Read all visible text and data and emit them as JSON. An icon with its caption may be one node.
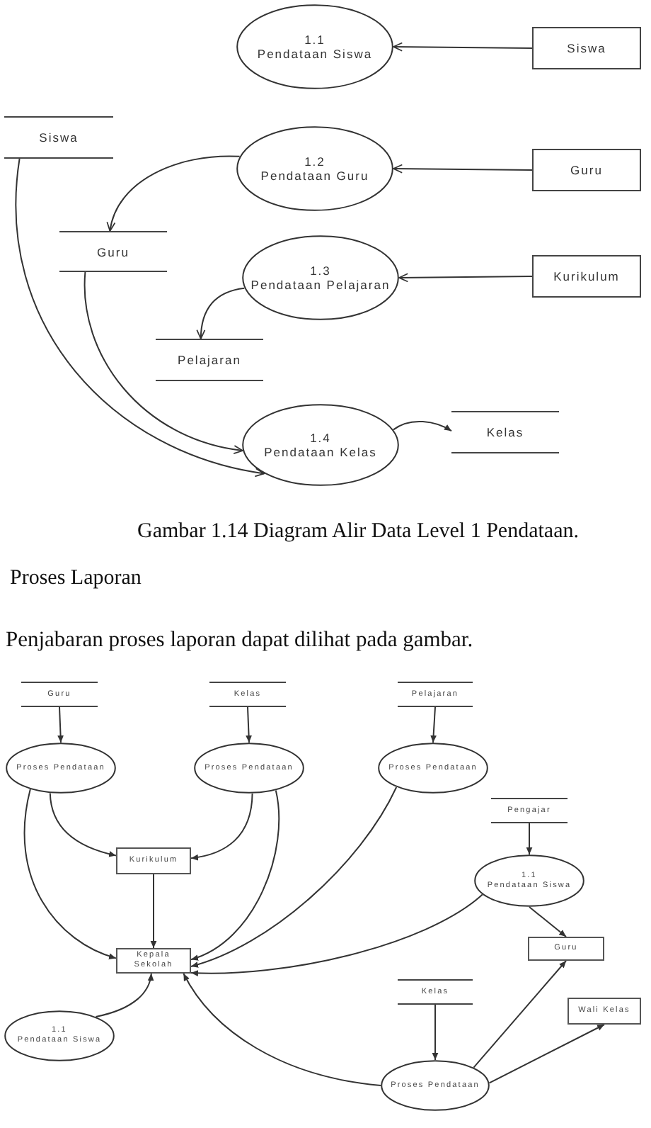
{
  "diagram": {
    "caption": "Gambar 1.14 Diagram Alir Data Level 1 Pendataan.",
    "nodes": [
      {
        "text": [
          "1.1",
          "Pendataan Siswa"
        ]
      },
      {
        "text": [
          "Siswa"
        ]
      },
      {
        "text": [
          "Siswa"
        ]
      },
      {
        "text": [
          "1.2",
          "Pendataan Guru"
        ]
      },
      {
        "text": [
          "Guru"
        ]
      },
      {
        "text": [
          "Guru"
        ]
      },
      {
        "text": [
          "1.3",
          "Pendataan Pelajaran"
        ]
      },
      {
        "text": [
          "Kurikulum"
        ]
      },
      {
        "text": [
          "Pelajaran"
        ]
      },
      {
        "text": [
          "1.4",
          "Pendataan Kelas"
        ]
      },
      {
        "text": [
          "Kelas"
        ]
      },
      {
        "text": [
          "Guru"
        ]
      },
      {
        "text": [
          "Kelas"
        ]
      },
      {
        "text": [
          "Pelajaran"
        ]
      },
      {
        "text": [
          "Proses Pendataan"
        ]
      },
      {
        "text": [
          "Proses Pendataan"
        ]
      },
      {
        "text": [
          "Proses Pendataan"
        ]
      },
      {
        "text": [
          "Pengajar"
        ]
      },
      {
        "text": [
          "Kurikulum"
        ]
      },
      {
        "text": [
          "1.1",
          "Pendataan Siswa"
        ]
      },
      {
        "text": [
          "Kepala Sekolah"
        ]
      },
      {
        "text": [
          "Guru"
        ]
      },
      {
        "text": [
          "Kelas"
        ]
      },
      {
        "text": [
          "Wali Kelas"
        ]
      },
      {
        "text": [
          "1.1",
          "Pendataan Siswa"
        ]
      },
      {
        "text": [
          "Proses Pendataan"
        ]
      }
    ],
    "edges": [
      {
        "from": 1,
        "to": 0,
        "arrow": "to"
      },
      {
        "from": 4,
        "to": 3,
        "arrow": "to"
      },
      {
        "from": 3,
        "to": 5,
        "arrow": "to"
      },
      {
        "from": 7,
        "to": 6,
        "arrow": "to"
      },
      {
        "from": 6,
        "to": 8,
        "arrow": "to"
      },
      {
        "from": 2,
        "to": 9,
        "arrow": "to"
      },
      {
        "from": 5,
        "to": 9,
        "arrow": "to"
      },
      {
        "from": 9,
        "to": 10,
        "arrow": "to"
      },
      {
        "from": 11,
        "to": 14,
        "arrow": "to"
      },
      {
        "from": 12,
        "to": 15,
        "arrow": "to"
      },
      {
        "from": 13,
        "to": 16,
        "arrow": "to"
      },
      {
        "from": 14,
        "to": 18,
        "arrow": "to"
      },
      {
        "from": 15,
        "to": 18,
        "arrow": "to"
      },
      {
        "from": 18,
        "to": 20,
        "arrow": "to"
      },
      {
        "from": 14,
        "to": 20,
        "arrow": "to"
      },
      {
        "from": 15,
        "to": 20,
        "arrow": "to"
      },
      {
        "from": 16,
        "to": 20,
        "arrow": "to"
      },
      {
        "from": 17,
        "to": 19,
        "arrow": "to"
      },
      {
        "from": 19,
        "to": 20,
        "arrow": "to"
      },
      {
        "from": 19,
        "to": 21,
        "arrow": "to"
      },
      {
        "from": 22,
        "to": 25,
        "arrow": "to"
      },
      {
        "from": 25,
        "to": 21,
        "arrow": "to"
      },
      {
        "from": 25,
        "to": 23,
        "arrow": "to"
      },
      {
        "from": 25,
        "to": 20,
        "arrow": "to"
      },
      {
        "from": 24,
        "to": 20,
        "arrow": "to"
      }
    ],
    "labels": [
      "Proses Laporan",
      "Penjabaran proses laporan dapat dilihat pada gambar."
    ]
  }
}
